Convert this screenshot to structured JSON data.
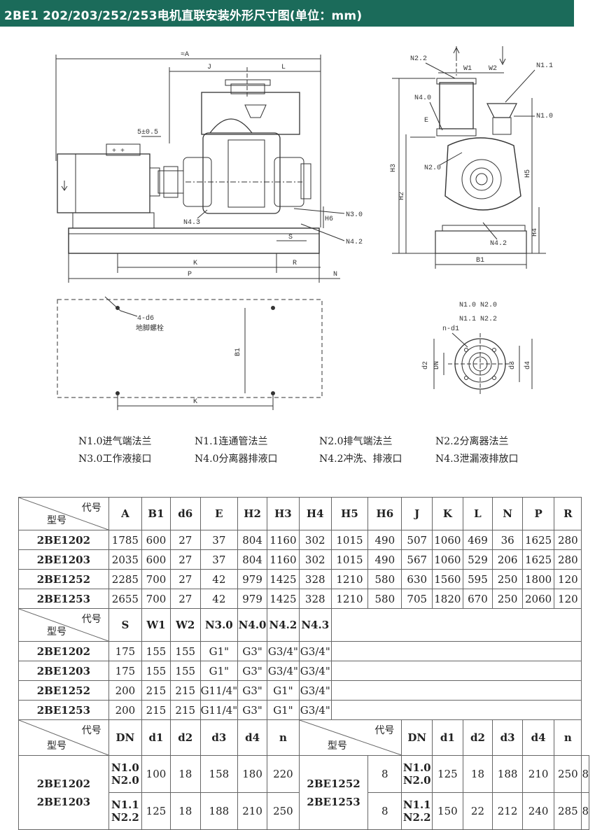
{
  "title": "2BE1 202/203/252/253电机直联安装外形尺寸图(单位：mm)",
  "drawing_labels": {
    "A": "≈A",
    "J": "J",
    "L": "L",
    "K": "K",
    "R": "R",
    "P": "P",
    "N": "N",
    "S": "S",
    "H6": "H6",
    "tol": "5±0.5",
    "B1": "B1",
    "d6": "4-d6",
    "anchor": "地脚螺栓",
    "N3_0": "N3.0",
    "N4_3": "N4.3",
    "N4_2": "N4.2",
    "N2_2": "N2.2",
    "N4_0": "N4.0",
    "N2_0": "N2.0",
    "N1_1": "N1.1",
    "N1_0": "N1.0",
    "W1": "W1",
    "W2": "W2",
    "E": "E",
    "H2": "H2",
    "H3": "H3",
    "H4": "H4",
    "H5": "H5",
    "fl1": "N1.0 N2.0",
    "fl2": "N1.1 N2.2",
    "nd1": "n-d1",
    "d2": "d2",
    "DN": "DN",
    "d3": "d3",
    "d4": "d4"
  },
  "legend": {
    "row1": [
      "N1.0进气端法兰",
      "N1.1连通管法兰",
      "N2.0排气端法兰",
      "N2.2分离器法兰"
    ],
    "row2": [
      "N3.0工作液接口",
      "N4.0分离器排液口",
      "N4.2冲洗、排液口",
      "N4.3泄漏液排放口"
    ]
  },
  "corner": {
    "code": "代号",
    "model": "型号"
  },
  "table1": {
    "headers": [
      "A",
      "B1",
      "d6",
      "E",
      "H2",
      "H3",
      "H4",
      "H5",
      "H6",
      "J",
      "K",
      "L",
      "N",
      "P",
      "R"
    ],
    "rows": [
      {
        "model": "2BE1202",
        "values": [
          "1785",
          "600",
          "27",
          "37",
          "804",
          "1160",
          "302",
          "1015",
          "490",
          "507",
          "1060",
          "469",
          "36",
          "1625",
          "280"
        ]
      },
      {
        "model": "2BE1203",
        "values": [
          "2035",
          "600",
          "27",
          "37",
          "804",
          "1160",
          "302",
          "1015",
          "490",
          "567",
          "1060",
          "529",
          "206",
          "1625",
          "280"
        ]
      },
      {
        "model": "2BE1252",
        "values": [
          "2285",
          "700",
          "27",
          "42",
          "979",
          "1425",
          "328",
          "1210",
          "580",
          "630",
          "1560",
          "595",
          "250",
          "1800",
          "120"
        ]
      },
      {
        "model": "2BE1253",
        "values": [
          "2655",
          "700",
          "27",
          "42",
          "979",
          "1425",
          "328",
          "1210",
          "580",
          "705",
          "1820",
          "670",
          "250",
          "2060",
          "120"
        ]
      }
    ]
  },
  "table2": {
    "headers": [
      "S",
      "W1",
      "W2",
      "N3.0",
      "N4.0",
      "N4.2",
      "N4.3"
    ],
    "rows": [
      {
        "model": "2BE1202",
        "values": [
          "175",
          "155",
          "155",
          "G1\"",
          "G3\"",
          "G3/4\"",
          "G3/4\""
        ]
      },
      {
        "model": "2BE1203",
        "values": [
          "175",
          "155",
          "155",
          "G1\"",
          "G3\"",
          "G3/4\"",
          "G3/4\""
        ]
      },
      {
        "model": "2BE1252",
        "values": [
          "200",
          "215",
          "215",
          "G11/4\"",
          "G3\"",
          "G1\"",
          "G3/4\""
        ]
      },
      {
        "model": "2BE1253",
        "values": [
          "200",
          "215",
          "215",
          "G11/4\"",
          "G3\"",
          "G1\"",
          "G3/4\""
        ]
      }
    ]
  },
  "table3": {
    "headers": [
      "DN",
      "d1",
      "d2",
      "d3",
      "d4",
      "n"
    ],
    "left": {
      "models": [
        "2BE1202",
        "2BE1203"
      ],
      "rows": [
        {
          "ports": [
            "N1.0",
            "N2.0"
          ],
          "values": [
            "100",
            "18",
            "158",
            "180",
            "220",
            "8"
          ]
        },
        {
          "ports": [
            "N1.1",
            "N2.2"
          ],
          "values": [
            "125",
            "18",
            "188",
            "210",
            "250",
            "8"
          ]
        }
      ]
    },
    "right": {
      "models": [
        "2BE1252",
        "2BE1253"
      ],
      "rows": [
        {
          "ports": [
            "N1.0",
            "N2.0"
          ],
          "values": [
            "125",
            "18",
            "188",
            "210",
            "250",
            "8"
          ]
        },
        {
          "ports": [
            "N1.1",
            "N2.2"
          ],
          "values": [
            "150",
            "22",
            "212",
            "240",
            "285",
            "8"
          ]
        }
      ]
    }
  }
}
